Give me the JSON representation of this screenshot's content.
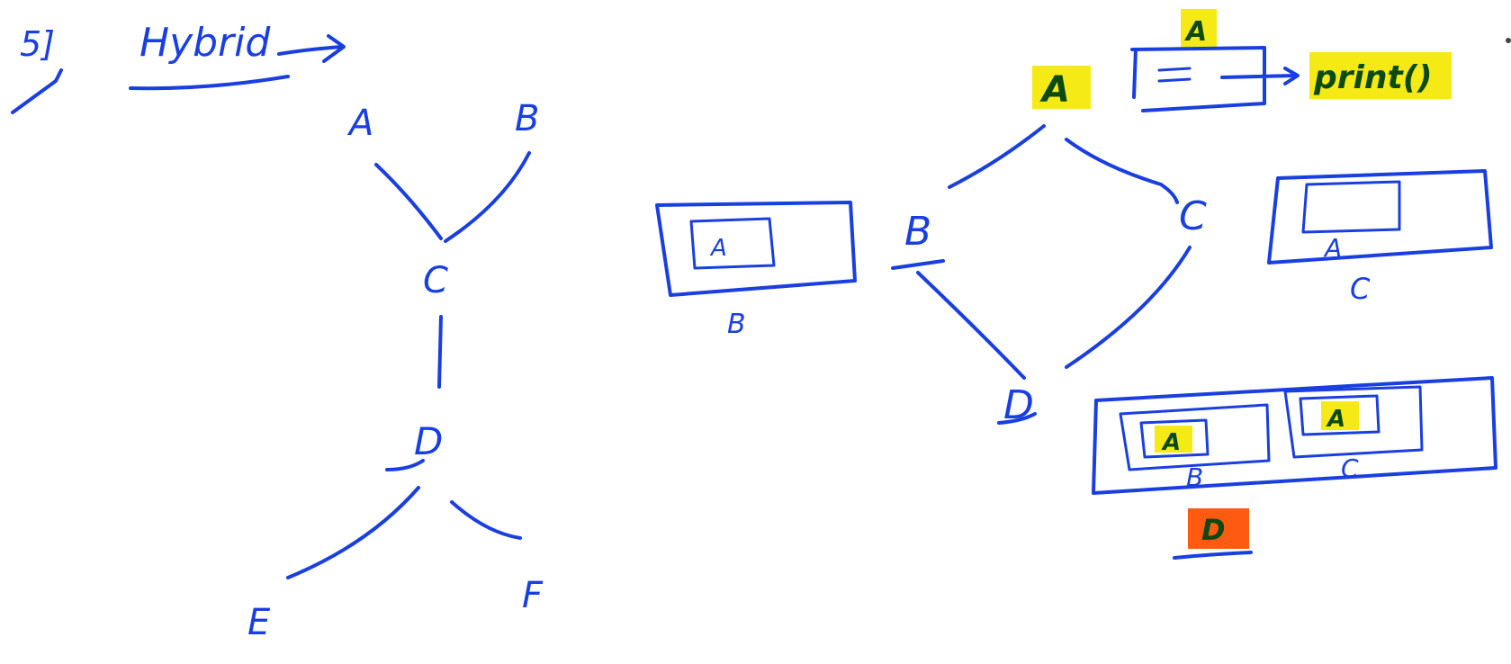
{
  "title": {
    "number": "5]",
    "text": "Hybrid"
  },
  "left_tree": {
    "nodes": [
      "A",
      "B",
      "C",
      "D",
      "E",
      "F"
    ]
  },
  "right_diamond": {
    "nodes": [
      "A",
      "B",
      "C",
      "D"
    ],
    "method_label": "print()",
    "method_box_label": "A"
  },
  "boxes": {
    "b_box_inner": "A",
    "b_box_caption": "B",
    "c_box_inner": "A",
    "c_box_caption": "C",
    "d_box_b_inner": "A",
    "d_box_b_caption": "B",
    "d_box_c_inner": "A",
    "d_box_c_caption": "C",
    "d_box_caption": "D"
  },
  "colors": {
    "ink": "#1a3fe0",
    "highlight_yellow": "#f5ea15",
    "highlight_orange": "#ff5a12",
    "dark_text": "#0b4a12"
  }
}
